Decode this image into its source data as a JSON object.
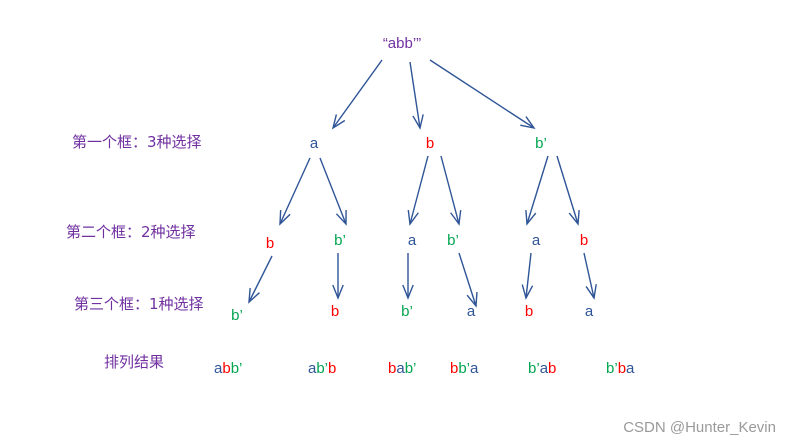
{
  "colors": {
    "a": "#2f5597",
    "b": "#ff0000",
    "b_prime": "#00a550",
    "root": "#7030a0",
    "label": "#7030a0",
    "arrow": "#2f5597",
    "watermark": "#9a9a9a"
  },
  "root": "“abb’”",
  "level_labels": [
    "第一个框：3种选择",
    "第二个框：2种选择",
    "第三个框：1种选择",
    "排列结果"
  ],
  "level1": [
    {
      "text": "a",
      "kind": "a"
    },
    {
      "text": "b",
      "kind": "b"
    },
    {
      "text": "b’",
      "kind": "b_prime"
    }
  ],
  "level2": [
    {
      "text": "b",
      "kind": "b"
    },
    {
      "text": "b’",
      "kind": "b_prime"
    },
    {
      "text": "a",
      "kind": "a"
    },
    {
      "text": "b’",
      "kind": "b_prime"
    },
    {
      "text": "a",
      "kind": "a"
    },
    {
      "text": "b",
      "kind": "b"
    }
  ],
  "level3": [
    {
      "text": "b’",
      "kind": "b_prime"
    },
    {
      "text": "b",
      "kind": "b"
    },
    {
      "text": "b’",
      "kind": "b_prime"
    },
    {
      "text": "a",
      "kind": "a"
    },
    {
      "text": "b",
      "kind": "b"
    },
    {
      "text": "a",
      "kind": "a"
    }
  ],
  "results": [
    [
      {
        "text": "a",
        "kind": "a"
      },
      {
        "text": "b",
        "kind": "b"
      },
      {
        "text": "b’",
        "kind": "b_prime"
      }
    ],
    [
      {
        "text": "a",
        "kind": "a"
      },
      {
        "text": "b’",
        "kind": "b_prime"
      },
      {
        "text": "b",
        "kind": "b"
      }
    ],
    [
      {
        "text": "b",
        "kind": "b"
      },
      {
        "text": "a",
        "kind": "a"
      },
      {
        "text": "b’",
        "kind": "b_prime"
      }
    ],
    [
      {
        "text": "b",
        "kind": "b"
      },
      {
        "text": "b’",
        "kind": "b_prime"
      },
      {
        "text": "a",
        "kind": "a"
      }
    ],
    [
      {
        "text": "b’",
        "kind": "b_prime"
      },
      {
        "text": "a",
        "kind": "a"
      },
      {
        "text": "b",
        "kind": "b"
      }
    ],
    [
      {
        "text": "b’",
        "kind": "b_prime"
      },
      {
        "text": "b",
        "kind": "b"
      },
      {
        "text": "a",
        "kind": "a"
      }
    ]
  ],
  "watermark": "CSDN @Hunter_Kevin"
}
